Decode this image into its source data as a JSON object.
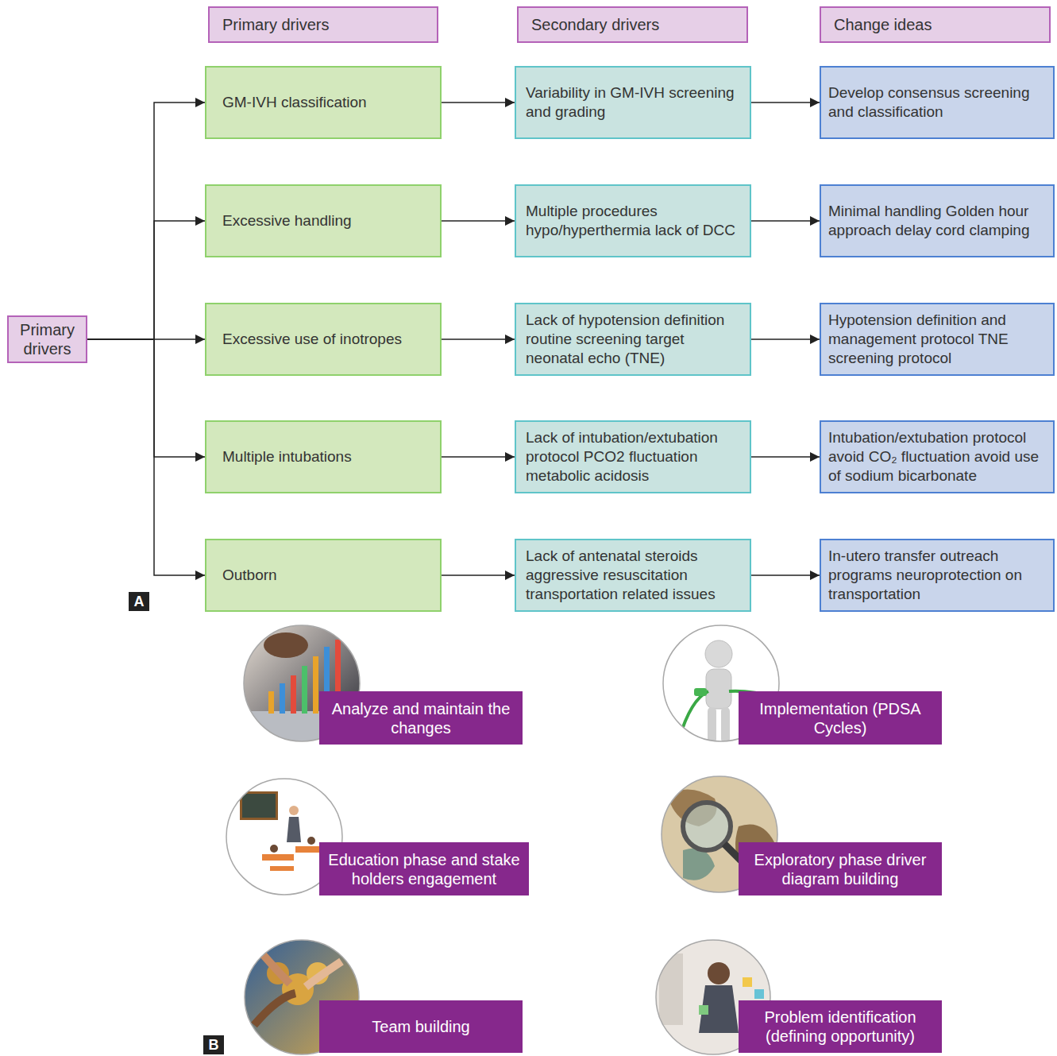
{
  "diagram": {
    "nodes": [
      {
        "text": [
          "Primary drivers"
        ]
      },
      {
        "text": [
          "Secondary drivers"
        ]
      },
      {
        "text": [
          "Change ideas"
        ]
      },
      {
        "text": [
          "Primary drivers"
        ]
      },
      {
        "text": [
          "GM-IVH classification"
        ]
      },
      {
        "text": [
          "Variability in GM-IVH screening and grading"
        ]
      },
      {
        "text": [
          "Develop consensus screening and classification"
        ]
      },
      {
        "text": [
          "Excessive handling"
        ]
      },
      {
        "text": [
          "Multiple procedures hypo/hyperthermia lack of DCC"
        ]
      },
      {
        "text": [
          "Minimal handling Golden hour approach delay cord clamping"
        ]
      },
      {
        "text": [
          "Excessive use of inotropes"
        ]
      },
      {
        "text": [
          "Lack of hypotension definition routine screening target neonatal echo (TNE)"
        ]
      },
      {
        "text": [
          "Hypotension definition and management protocol TNE screening protocol"
        ]
      },
      {
        "text": [
          "Multiple intubations"
        ]
      },
      {
        "text": [
          "Lack of intubation/extubation protocol PCO2 fluctuation metabolic acidosis"
        ]
      },
      {
        "text": [
          "Intubation/extubation protocol avoid CO₂ fluctuation avoid use of sodium bicarbonate"
        ]
      },
      {
        "text": [
          "Outborn"
        ]
      },
      {
        "text": [
          "Lack of antenatal steroids aggressive resuscitation transportation related issues"
        ]
      },
      {
        "text": [
          "In-utero transfer outreach programs neuroprotection on transportation"
        ]
      },
      {
        "text": [
          "Analyze and maintain the changes"
        ]
      },
      {
        "text": [
          "Implementation (PDSA Cycles)"
        ]
      },
      {
        "text": [
          "Education phase and stake holders engagement"
        ]
      },
      {
        "text": [
          "Exploratory phase driver diagram building"
        ]
      },
      {
        "text": [
          "Team building"
        ]
      },
      {
        "text": [
          "Problem identification (defining opportunity)"
        ]
      }
    ],
    "edges": [
      {
        "from": 3,
        "to": 4,
        "arrow": "to"
      },
      {
        "from": 3,
        "to": 7,
        "arrow": "to"
      },
      {
        "from": 3,
        "to": 10,
        "arrow": "to"
      },
      {
        "from": 3,
        "to": 13,
        "arrow": "to"
      },
      {
        "from": 3,
        "to": 16,
        "arrow": "to"
      },
      {
        "from": 4,
        "to": 5,
        "arrow": "to"
      },
      {
        "from": 5,
        "to": 6,
        "arrow": "to"
      },
      {
        "from": 7,
        "to": 8,
        "arrow": "to"
      },
      {
        "from": 8,
        "to": 9,
        "arrow": "to"
      },
      {
        "from": 10,
        "to": 11,
        "arrow": "to"
      },
      {
        "from": 11,
        "to": 12,
        "arrow": "to"
      },
      {
        "from": 13,
        "to": 14,
        "arrow": "to"
      },
      {
        "from": 14,
        "to": 15,
        "arrow": "to"
      },
      {
        "from": 16,
        "to": 17,
        "arrow": "to"
      },
      {
        "from": 17,
        "to": 18,
        "arrow": "to"
      }
    ],
    "labels": [
      "A",
      "B"
    ]
  }
}
